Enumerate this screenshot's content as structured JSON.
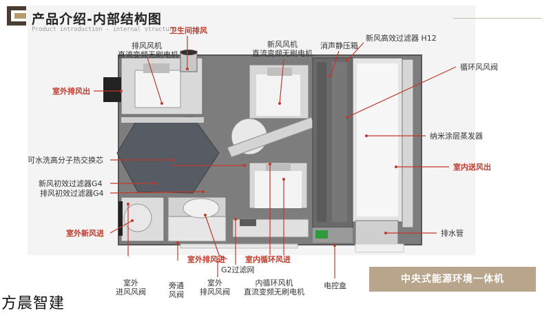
{
  "header": {
    "title": "产品介绍-内部结构图",
    "subtitle": "Product introduction - internal structure"
  },
  "labels": {
    "bathroom_exhaust": "卫生间排风",
    "exhaust_fan_line1": "排风风机",
    "exhaust_fan_line2": "直流变频无刷电机",
    "fresh_fan_line1": "新风风机",
    "fresh_fan_line2": "直流变频无刷电机",
    "muffler_box": "消声静压箱",
    "hepa_filter": "新风高效过滤器 H12",
    "circ_damper": "循环风风阀",
    "outdoor_exhaust_out": "室外排风出",
    "nano_evaporator": "纳米涂层蒸发器",
    "heat_exchanger": "可水洗高分子热交换芯",
    "indoor_supply_out": "室内送风出",
    "fresh_prefilter": "新风初效过滤器G4",
    "exhaust_prefilter": "排风初效过滤器G4",
    "outdoor_fresh_in": "室外新风进",
    "drain_pipe": "排水管",
    "outdoor_exhaust_in": "室外排风进",
    "indoor_circ_in": "室内循环风进",
    "g2_filter": "G2过滤网",
    "outdoor_intake_damper": "室外\n进风风阀",
    "bypass_damper": "旁通\n风阀",
    "outdoor_exhaust_damper": "室外\n排风风阀",
    "inner_circ_fan": "内循环风机\n直流变频无刷电机",
    "control_box": "电控盒"
  },
  "banner": "中央式能源环境一体机",
  "brand": "方晨智建",
  "colors": {
    "accent_red": "#c0392b",
    "banner_bg": "#b9a58c",
    "logo_gold": "#b69b6d"
  }
}
